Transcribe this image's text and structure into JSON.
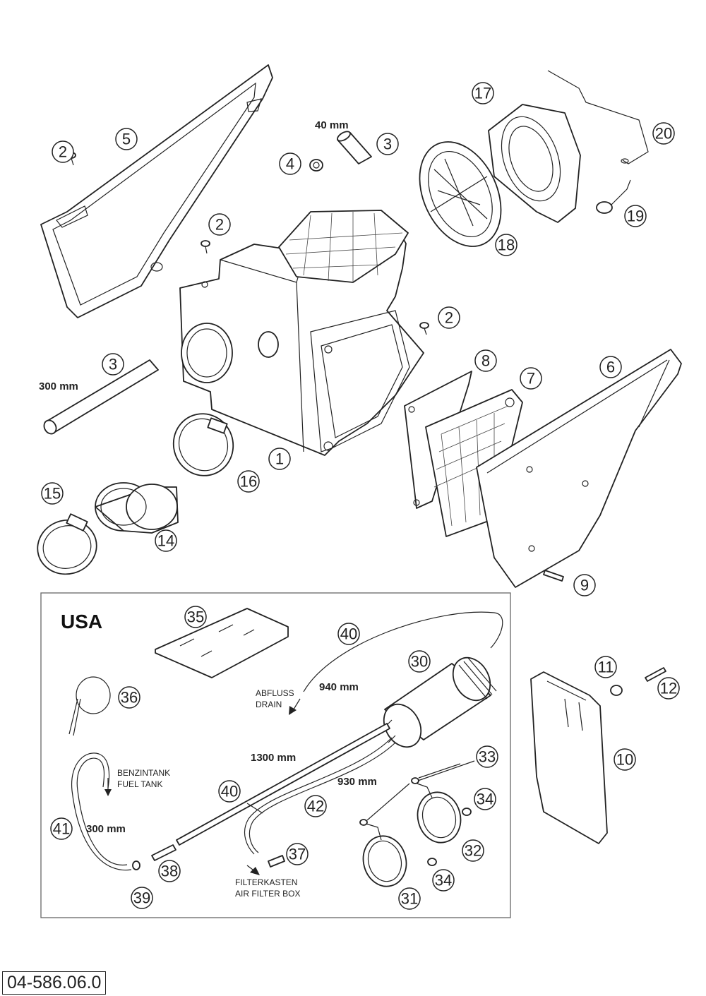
{
  "document_number": "04-586.06.0",
  "usa_box": {
    "label": "USA"
  },
  "dimensions": {
    "hose_40": "40 mm",
    "hose_300_top": "300 mm",
    "hose_940": "940 mm",
    "hose_1300": "1300 mm",
    "hose_930": "930 mm",
    "hose_300_usa": "300 mm"
  },
  "notes": {
    "drain_de": "ABFLUSS",
    "drain_en": "DRAIN",
    "fuel_de": "BENZINTANK",
    "fuel_en": "FUEL TANK",
    "airbox_de": "FILTERKASTEN",
    "airbox_en": "AIR FILTER BOX"
  },
  "callouts": [
    "1",
    "2",
    "2",
    "2",
    "3",
    "3",
    "4",
    "5",
    "6",
    "7",
    "8",
    "9",
    "10",
    "11",
    "12",
    "14",
    "15",
    "16",
    "17",
    "18",
    "19",
    "20",
    "30",
    "31",
    "32",
    "33",
    "34",
    "34",
    "35",
    "36",
    "37",
    "38",
    "39",
    "40",
    "40",
    "41",
    "42"
  ]
}
